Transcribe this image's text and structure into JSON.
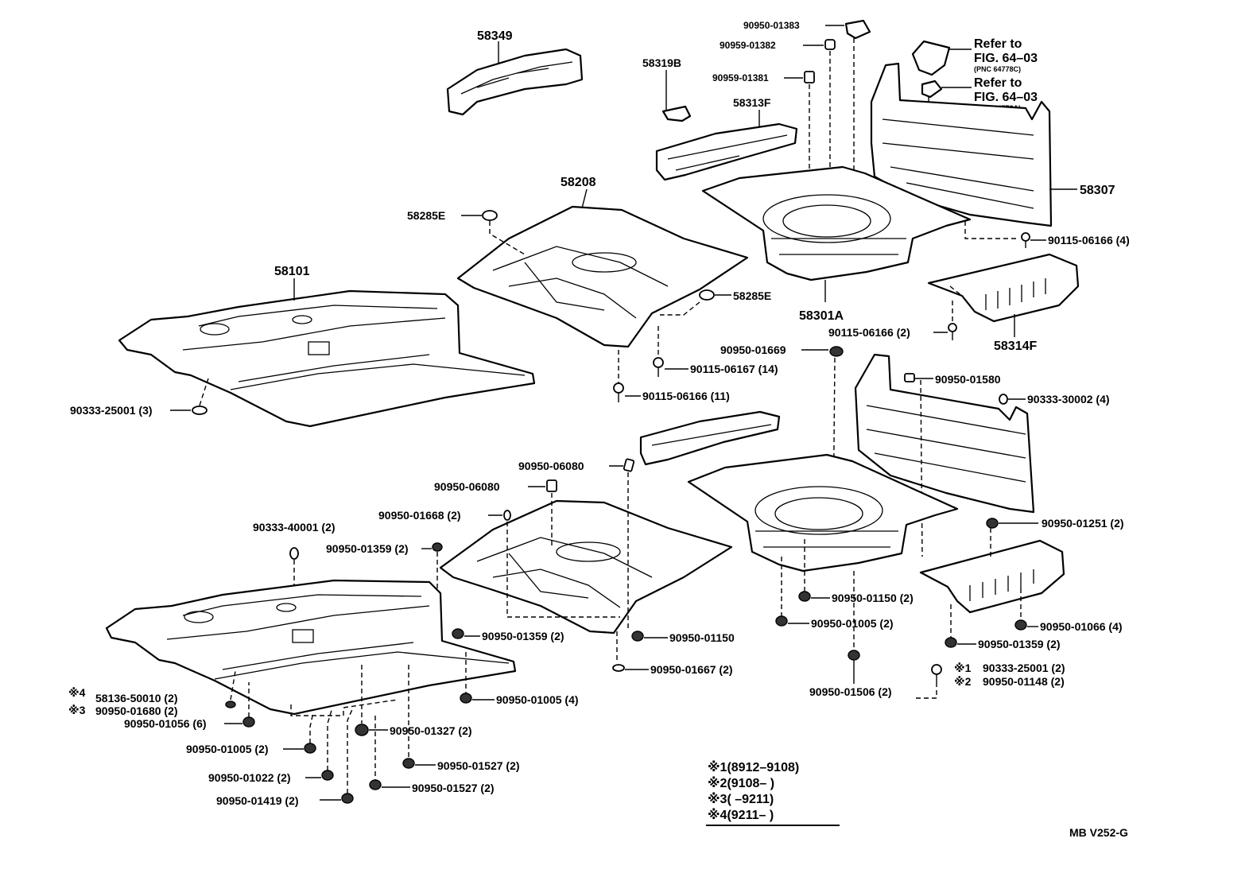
{
  "parts": {
    "p58349": "58349",
    "p58319B": "58319B",
    "p58313F": "58313F",
    "p58307": "58307",
    "p58208": "58208",
    "p58285E_a": "58285E",
    "p58285E_b": "58285E",
    "p58101": "58101",
    "p58301A": "58301A",
    "p58314F": "58314F"
  },
  "refs": {
    "refer_to": "Refer to",
    "fig_a": "FIG. 64–03",
    "pnc_a": "(PNC 64778C)",
    "fig_b": "FIG. 64–03",
    "pnc_b": "(PNC 64778A)"
  },
  "fasteners_top": {
    "f01383": "90950-01383",
    "f01382": "90959-01382",
    "f01381": "90959-01381",
    "f06166_4": "90115-06166 (4)",
    "f06166_2": "90115-06166 (2)",
    "f06167_14": "90115-06167 (14)",
    "f06166_11": "90115-06166 (11)",
    "f25001_3": "90333-25001 (3)",
    "f01669": "90950-01669",
    "f01580": "90950-01580",
    "f30002_4": "90333-30002 (4)"
  },
  "fasteners_bottom": {
    "f06080_a": "90950-06080",
    "f06080_b": "90950-06080",
    "f01668": "90950-01668 (2)",
    "f40001": "90333-40001 (2)",
    "f01359_a": "90950-01359 (2)",
    "f01251": "90950-01251 (2)",
    "f01150_2": "90950-01150 (2)",
    "f01005_2r": "90950-01005 (2)",
    "f01066": "90950-01066 (4)",
    "f01359_b": "90950-01359 (2)",
    "f01150": "90950-01150",
    "f01359_c": "90950-01359 (2)",
    "f01667": "90950-01667 (2)",
    "f01506": "90950-01506 (2)",
    "f25001_2": "90333-25001 (2)",
    "f01148": "90950-01148 (2)",
    "f50010": "58136-50010 (2)",
    "f01680": "90950-01680 (2)",
    "f01056": "90950-01056 (6)",
    "f01005_4": "90950-01005 (4)",
    "f01327": "90950-01327 (2)",
    "f01005_2l": "90950-01005 (2)",
    "f01527_a": "90950-01527 (2)",
    "f01022": "90950-01022 (2)",
    "f01527_b": "90950-01527 (2)",
    "f01419": "90950-01419 (2)"
  },
  "marks": {
    "m1": "※1",
    "m2": "※2",
    "m3": "※3",
    "m4": "※4"
  },
  "legend": {
    "l1": "※1(8912–9108)",
    "l2": "※2(9108–      )",
    "l3": "※3(       –9211)",
    "l4": "※4(9211–      )"
  },
  "code": "MB V252-G"
}
